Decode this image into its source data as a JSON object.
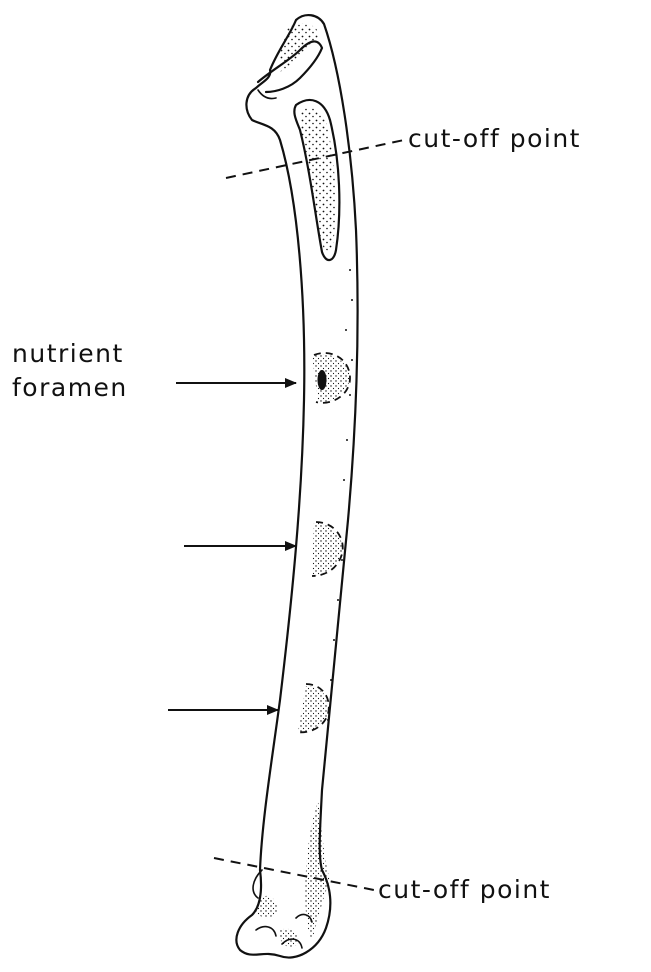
{
  "labels": {
    "cutoff_top": "cut-off point",
    "cutoff_bottom": "cut-off point",
    "nutrient_line1": "nutrient",
    "nutrient_line2": "foramen"
  },
  "colors": {
    "ink": "#111111",
    "background": "#ffffff"
  }
}
